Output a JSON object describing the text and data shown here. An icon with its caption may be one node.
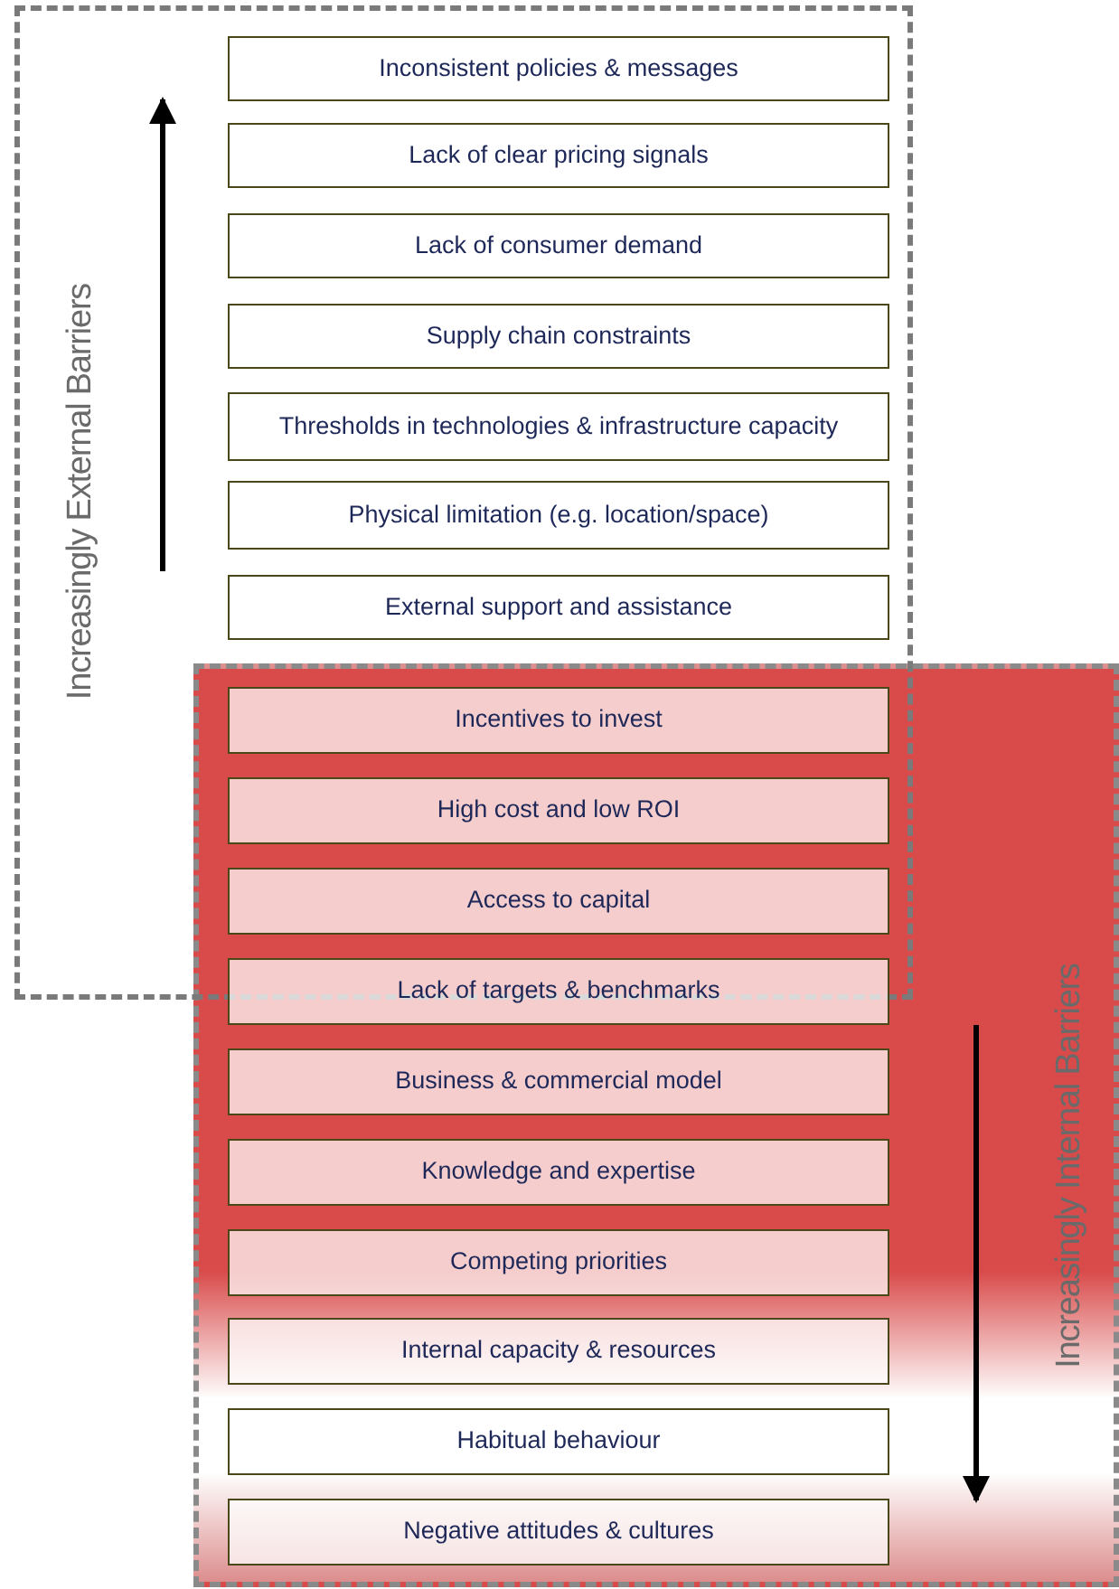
{
  "diagram": {
    "nodes": [
      {
        "text": [
          "Increasingly External Barriers"
        ]
      },
      {
        "text": [
          "Inconsistent policies & messages"
        ],
        "in": 0
      },
      {
        "text": [
          "Lack of clear pricing signals"
        ],
        "in": 0
      },
      {
        "text": [
          "Lack of consumer demand"
        ],
        "in": 0
      },
      {
        "text": [
          "Supply chain constraints"
        ],
        "in": 0
      },
      {
        "text": [
          "Thresholds in technologies & infrastructure capacity"
        ],
        "in": 0
      },
      {
        "text": [
          "Physical limitation (e.g. location/space)"
        ],
        "in": 0
      },
      {
        "text": [
          "External support and assistance"
        ],
        "in": 0
      },
      {
        "text": [
          "Increasingly Internal Barriers"
        ]
      },
      {
        "text": [
          "Incentives to invest"
        ]
      },
      {
        "text": [
          "High cost and low ROI"
        ]
      },
      {
        "text": [
          "Access to capital"
        ]
      },
      {
        "text": [
          "Lack of targets & benchmarks"
        ],
        "in": 8
      },
      {
        "text": [
          "Business & commercial model"
        ],
        "in": 8
      },
      {
        "text": [
          "Knowledge and expertise"
        ],
        "in": 8
      },
      {
        "text": [
          "Competing priorities"
        ],
        "in": 8
      },
      {
        "text": [
          "Internal capacity & resources"
        ],
        "in": 8
      },
      {
        "text": [
          "Habitual behaviour"
        ],
        "in": 8
      },
      {
        "text": [
          "Negative attitudes & cultures"
        ],
        "in": 8
      }
    ]
  }
}
